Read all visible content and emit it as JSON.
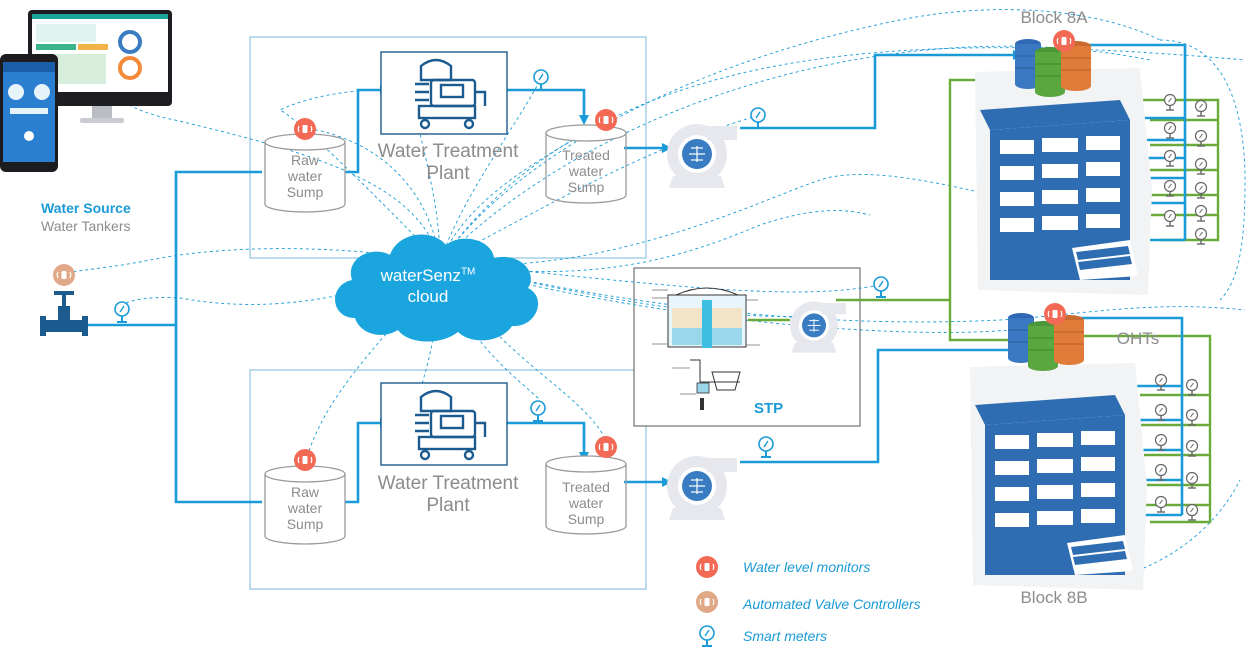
{
  "water_source": {
    "title": "Water Source",
    "subtitle": "Water Tankers"
  },
  "cloud": {
    "name": "waterSenz",
    "tm": "TM",
    "sub": "cloud"
  },
  "plant_top": {
    "raw_sump": "Raw\nwater\nSump",
    "wtp": "Water Treatment\nPlant",
    "treated_sump": "Treated\nwater\nSump"
  },
  "plant_bottom": {
    "raw_sump": "Raw\nwater\nSump",
    "wtp": "Water Treatment\nPlant",
    "treated_sump": "Treated\nwater\nSump"
  },
  "stp": {
    "label": "STP"
  },
  "blocks": {
    "a": "Block 8A",
    "b": "Block 8B",
    "ohts": "OHTs"
  },
  "legend": {
    "level_monitors": "Water level monitors",
    "valve_controllers": "Automated Valve Controllers",
    "smart_meters": "Smart meters"
  },
  "colors": {
    "pipe_blue": "#1a9bd7",
    "pipe_green": "#6aaa3a",
    "building": "#2f6db3",
    "monitor_red": "#f26a55",
    "valve_tan": "#e0a887",
    "tank_blue": "#3a78c2",
    "tank_green": "#5aa63f",
    "tank_orange": "#e07b39"
  }
}
